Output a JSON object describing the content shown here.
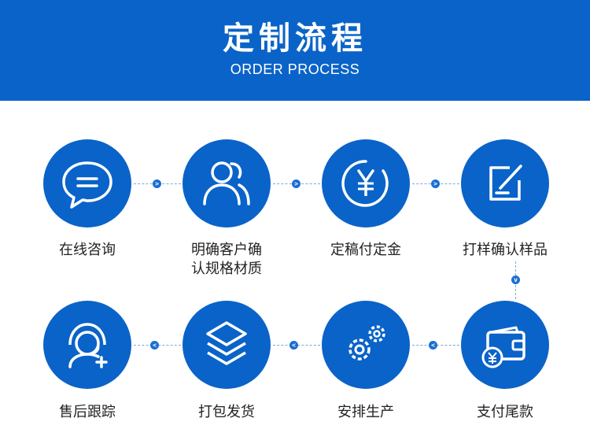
{
  "header": {
    "title": "定制流程",
    "subtitle": "ORDER PROCESS"
  },
  "colors": {
    "brand_blue": "#0a63c8",
    "connector": "#7fa9dd",
    "text": "#222222"
  },
  "steps": [
    {
      "line1": "在线咨询",
      "line2": "",
      "icon": "chat-bubble-icon"
    },
    {
      "line1": "明确客户确",
      "line2": "认规格材质",
      "icon": "users-icon"
    },
    {
      "line1": "定稿付定金",
      "line2": "",
      "icon": "yen-coin-icon"
    },
    {
      "line1": "打样确认样品",
      "line2": "",
      "icon": "edit-note-icon"
    },
    {
      "line1": "支付尾款",
      "line2": "",
      "icon": "wallet-icon"
    },
    {
      "line1": "安排生产",
      "line2": "",
      "icon": "gears-icon"
    },
    {
      "line1": "打包发货",
      "line2": "",
      "icon": "layers-icon"
    },
    {
      "line1": "售后跟踪",
      "line2": "",
      "icon": "headset-support-icon"
    }
  ],
  "arrows": {
    "right": ">",
    "left": "<",
    "down": "v"
  }
}
